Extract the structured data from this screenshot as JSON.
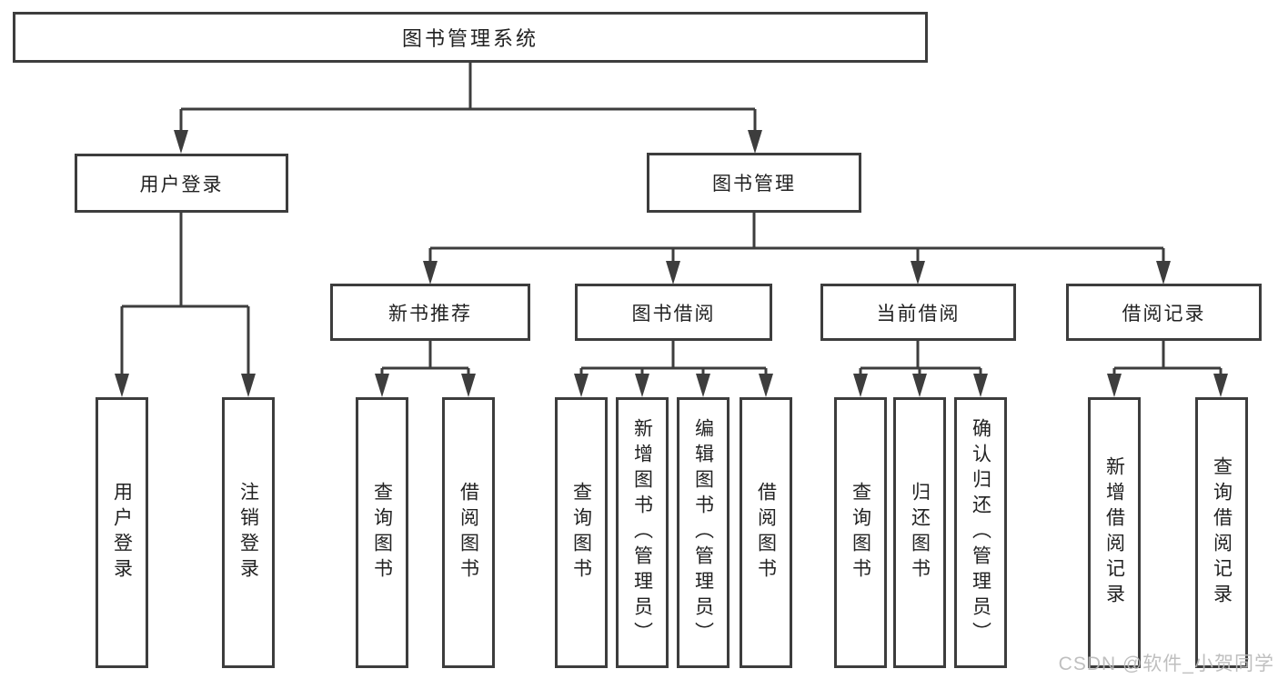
{
  "page": {
    "background_color": "#ffffff",
    "line_color": "#3d3d3d",
    "text_color": "#222222",
    "watermark_color": "#b9b9b9"
  },
  "tree": {
    "root": "图书管理系统",
    "branches": [
      {
        "label": "用户登录",
        "children": [
          "用户登录",
          "注销登录"
        ]
      },
      {
        "label": "图书管理",
        "groups": [
          {
            "label": "新书推荐",
            "children": [
              "查询图书",
              "借阅图书"
            ]
          },
          {
            "label": "图书借阅",
            "children": [
              "查询图书",
              "新增图书（管理员）",
              "编辑图书（管理员）",
              "借阅图书"
            ]
          },
          {
            "label": "当前借阅",
            "children": [
              "查询图书",
              "归还图书",
              "确认归还（管理员）"
            ]
          },
          {
            "label": "借阅记录",
            "children": [
              "新增借阅记录",
              "查询借阅记录"
            ]
          }
        ]
      }
    ]
  },
  "watermark": "CSDN @软件_小贺同学"
}
